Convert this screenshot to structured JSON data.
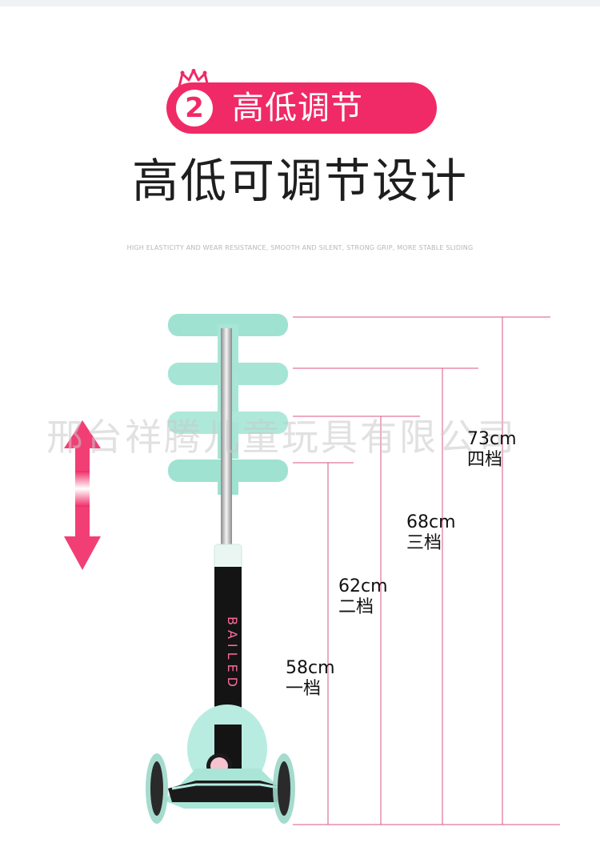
{
  "badge": {
    "number": "2",
    "title": "高低调节"
  },
  "headline": "高低可调节设计",
  "subline": "HIGH ELASTICITY AND WEAR RESISTANCE, SMOOTH AND SILENT, STRONG GRIP, MORE STABLE SLIDING",
  "watermark": "邢台祥腾儿童玩具有限公司",
  "scooter_brand": "BAILED",
  "levels": [
    {
      "height": "73cm",
      "gear": "四档"
    },
    {
      "height": "68cm",
      "gear": "三档"
    },
    {
      "height": "62cm",
      "gear": "二档"
    },
    {
      "height": "58cm",
      "gear": "一档"
    }
  ],
  "colors": {
    "accent": "#f02a66",
    "scooter_mint": "#9fe2d1",
    "measure_line": "#d23a6a"
  },
  "icons": [
    "crown-icon",
    "up-down-arrow-icon"
  ]
}
